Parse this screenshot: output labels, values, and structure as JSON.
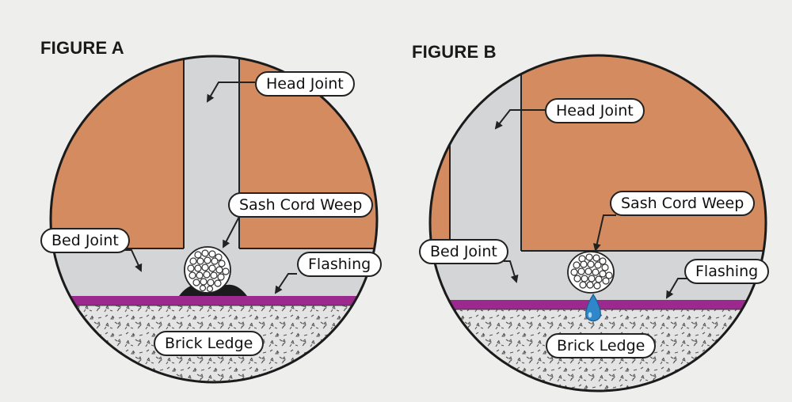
{
  "figures": [
    {
      "title": "FIGURE A",
      "labels": {
        "head_joint": "Head Joint",
        "sash_cord_weep": "Sash Cord Weep",
        "bed_joint": "Bed Joint",
        "flashing": "Flashing",
        "brick_ledge": "Brick Ledge"
      }
    },
    {
      "title": "FIGURE B",
      "labels": {
        "head_joint": "Head Joint",
        "sash_cord_weep": "Sash Cord Weep",
        "bed_joint": "Bed Joint",
        "flashing": "Flashing",
        "brick_ledge": "Brick Ledge"
      }
    }
  ],
  "colors": {
    "background": "#eeeeec",
    "brick": "#d38b5f",
    "mortar": "#d3d5d7",
    "flashing": "#9c2a8e",
    "ledge": "#e4e4e4",
    "water_drop": "#2f86c8",
    "outline": "#222222"
  }
}
